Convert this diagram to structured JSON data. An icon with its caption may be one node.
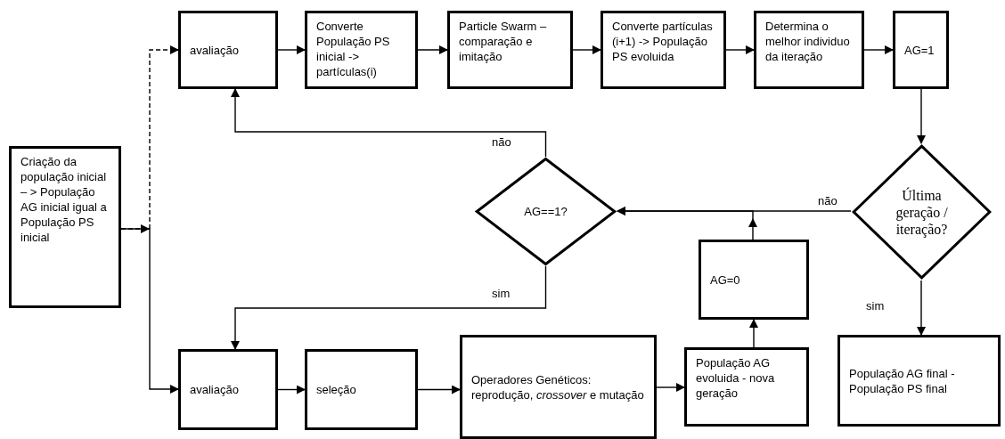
{
  "diagram": {
    "nodes": [
      {
        "text": [
          "Criação da população inicial – > População AG inicial igual a População PS inicial"
        ]
      },
      {
        "text": [
          "avaliação"
        ]
      },
      {
        "text": [
          "Converte População PS inicial -> partículas(i)"
        ]
      },
      {
        "text": [
          "Particle Swarm – comparação e imitação"
        ]
      },
      {
        "text": [
          "Converte partículas (i+1) -> População PS evoluida"
        ]
      },
      {
        "text": [
          "Determina o melhor individuo da iteração"
        ]
      },
      {
        "text": [
          "AG=1"
        ]
      },
      {
        "text": [
          "Última geração / iteração?"
        ]
      },
      {
        "text": [
          "AG==1?"
        ]
      },
      {
        "text": [
          "AG=0"
        ]
      },
      {
        "text": [
          "avaliação"
        ]
      },
      {
        "text": [
          "seleção"
        ]
      },
      {
        "text": [
          "Operadores Genéticos: reprodução, *crossover* e mutação"
        ]
      },
      {
        "text": [
          "População AG evoluida - nova geração"
        ]
      },
      {
        "text": [
          "População AG final - População PS final"
        ]
      }
    ],
    "edges": [
      {
        "from": 0,
        "to": 1,
        "arrow": "to",
        "style": "dashed"
      },
      {
        "from": 0,
        "to": 10,
        "arrow": "to"
      },
      {
        "from": 1,
        "to": 2,
        "arrow": "to"
      },
      {
        "from": 2,
        "to": 3,
        "arrow": "to"
      },
      {
        "from": 3,
        "to": 4,
        "arrow": "to"
      },
      {
        "from": 4,
        "to": 5,
        "arrow": "to"
      },
      {
        "from": 5,
        "to": 6,
        "arrow": "to"
      },
      {
        "from": 6,
        "to": 7,
        "arrow": "to"
      },
      {
        "from": 7,
        "to": 8,
        "arrow": "to",
        "label": "não"
      },
      {
        "from": 9,
        "to": 8,
        "arrow": "to"
      },
      {
        "from": 8,
        "to": 1,
        "arrow": "to",
        "label": "não"
      },
      {
        "from": 8,
        "to": 10,
        "arrow": "to",
        "label": "sim"
      },
      {
        "from": 7,
        "to": 14,
        "arrow": "to",
        "label": "sim"
      },
      {
        "from": 10,
        "to": 11,
        "arrow": "to"
      },
      {
        "from": 11,
        "to": 12,
        "arrow": "to"
      },
      {
        "from": 12,
        "to": 13,
        "arrow": "to"
      },
      {
        "from": 13,
        "to": 9,
        "arrow": "to"
      }
    ]
  }
}
